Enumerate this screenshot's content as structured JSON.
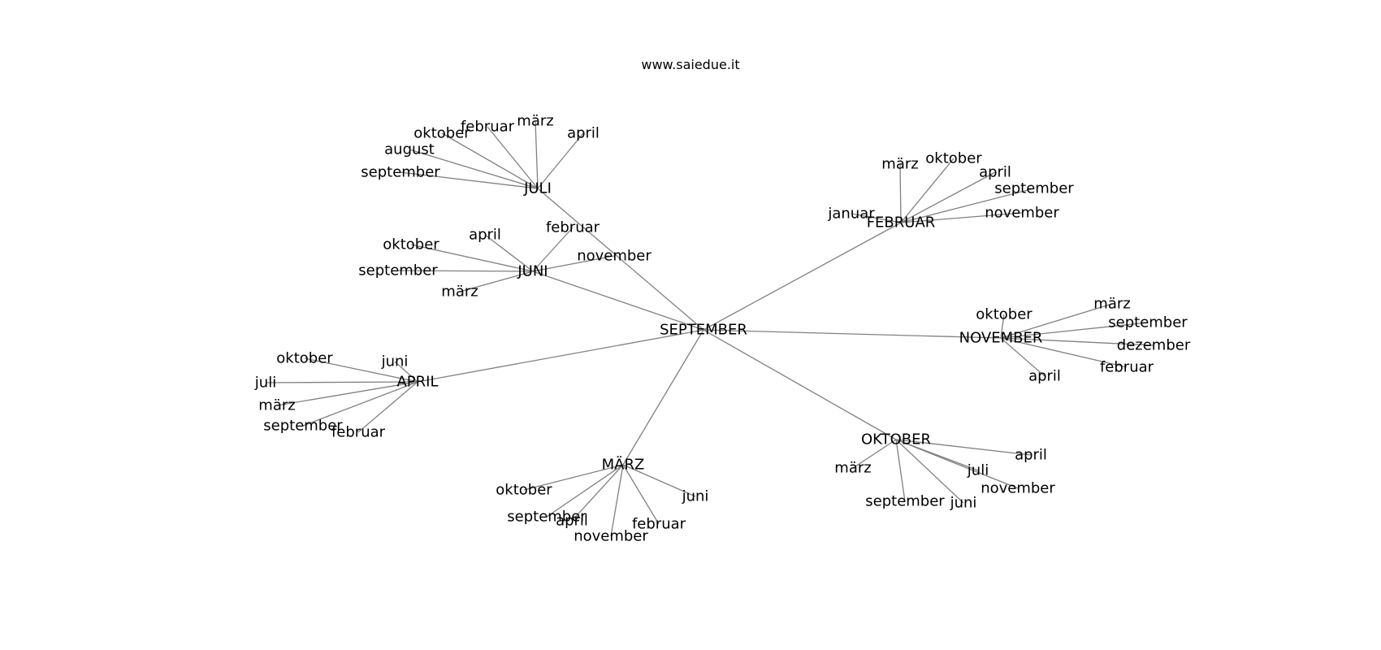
{
  "title": "www.saiedue.it",
  "colors": {
    "edge": "#808080",
    "text": "#000000",
    "background": "#ffffff"
  },
  "graph": {
    "root": "SEPTEMBER",
    "hubs": [
      {
        "name": "JULI",
        "children": [
          "oktober",
          "februar",
          "märz",
          "april",
          "august",
          "september"
        ]
      },
      {
        "name": "JUNI",
        "children": [
          "april",
          "februar",
          "oktober",
          "november",
          "september",
          "märz"
        ]
      },
      {
        "name": "FEBRUAR",
        "children": [
          "märz",
          "oktober",
          "april",
          "september",
          "januar",
          "november"
        ]
      },
      {
        "name": "NOVEMBER",
        "children": [
          "oktober",
          "märz",
          "september",
          "dezember",
          "februar",
          "april"
        ]
      },
      {
        "name": "APRIL",
        "children": [
          "oktober",
          "juni",
          "juli",
          "märz",
          "september",
          "februar"
        ]
      },
      {
        "name": "MÄRZ",
        "children": [
          "juni",
          "oktober",
          "september",
          "april",
          "februar",
          "november"
        ]
      },
      {
        "name": "OKTOBER",
        "children": [
          "april",
          "märz",
          "juli",
          "november",
          "september",
          "juni"
        ]
      }
    ]
  }
}
